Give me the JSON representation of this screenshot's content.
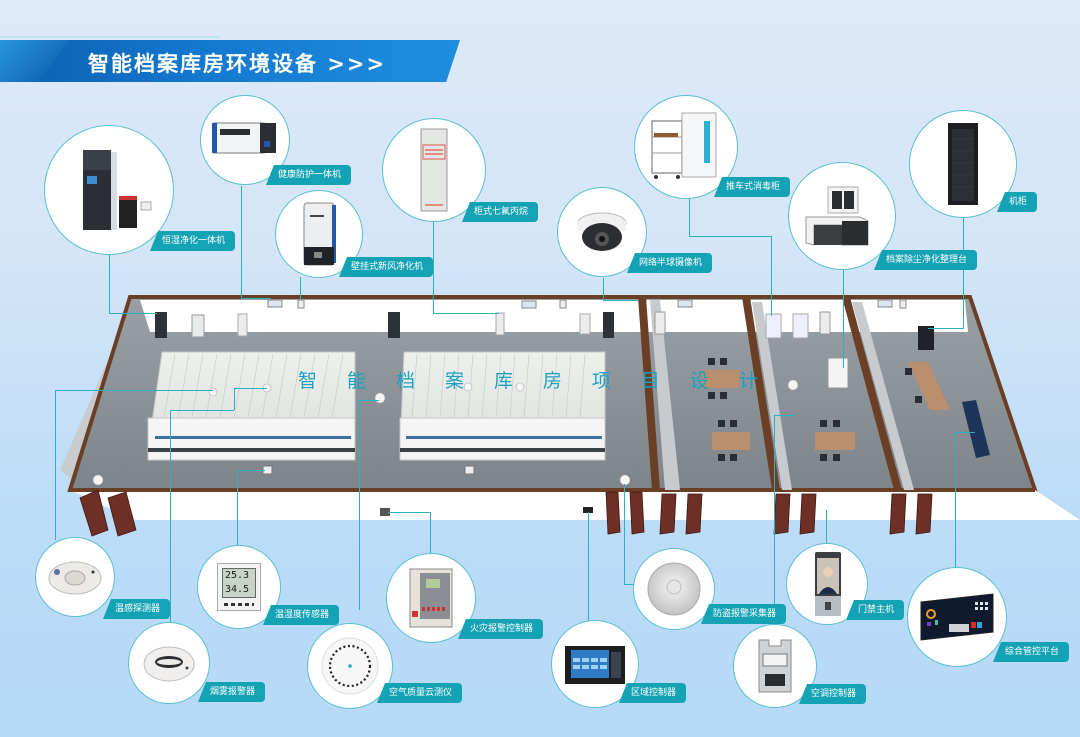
{
  "header": {
    "title": "智能档案库房环境设备 >>>"
  },
  "floor_plan": {
    "watermark_chars": [
      "智",
      "能",
      "档",
      "案",
      "库",
      "房",
      "项",
      "目",
      "设",
      "计"
    ],
    "colors": {
      "wall_trim": "#6b3e26",
      "floor": "#8c9298",
      "wall": "#ffffff",
      "shelf": "#e8ebea",
      "desk": "#b98f6d",
      "accent": "#1aa2c0"
    }
  },
  "devices_top": [
    {
      "id": "constant-humidity-purifier",
      "label": "恒湿净化一体机"
    },
    {
      "id": "health-protection-unit",
      "label": "健康防护一体机"
    },
    {
      "id": "wall-fresh-air-purifier",
      "label": "壁挂式新风净化机"
    },
    {
      "id": "cabinet-heptafluoropropane",
      "label": "柜式七氟丙烷"
    },
    {
      "id": "network-dome-camera",
      "label": "网络半球摄像机"
    },
    {
      "id": "cart-disinfection-cabinet",
      "label": "推车式消毒柜"
    },
    {
      "id": "archive-dust-purify-desk",
      "label": "档案除尘净化整理台"
    },
    {
      "id": "server-cabinet",
      "label": "机柜"
    }
  ],
  "devices_bottom": [
    {
      "id": "temperature-detector",
      "label": "温感探测器"
    },
    {
      "id": "smoke-alarm",
      "label": "烟雾报警器"
    },
    {
      "id": "temp-humidity-sensor",
      "label": "温湿度传感器",
      "readings": [
        "25.3",
        "34.5"
      ]
    },
    {
      "id": "air-quality-monitor",
      "label": "空气质量云测仪"
    },
    {
      "id": "fire-alarm-controller",
      "label": "火灾报警控制器"
    },
    {
      "id": "zone-controller",
      "label": "区域控制器"
    },
    {
      "id": "anti-theft-collector",
      "label": "防盗报警采集器"
    },
    {
      "id": "ac-controller",
      "label": "空调控制器"
    },
    {
      "id": "access-control-host",
      "label": "门禁主机"
    },
    {
      "id": "integrated-control-platform",
      "label": "综合管控平台"
    }
  ]
}
